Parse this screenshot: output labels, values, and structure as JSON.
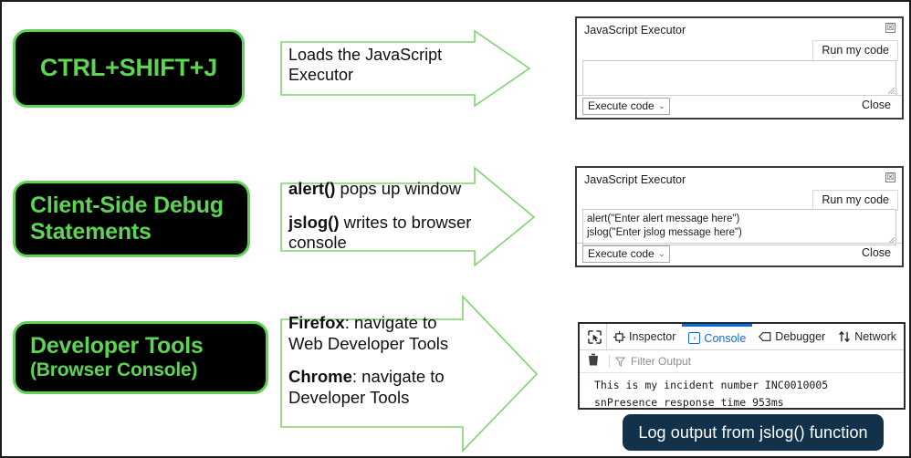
{
  "slide": {
    "rows": [
      {
        "label_lines": [
          "CTRL+SHIFT+J"
        ],
        "arrow_text": [
          "Loads the JavaScript",
          "Executor"
        ]
      },
      {
        "label_lines": [
          "Client-Side Debug",
          "Statements"
        ],
        "arrow_blocks": [
          {
            "bold": "alert()",
            "rest": " pops up window"
          },
          {
            "bold": "jslog()",
            "rest": " writes to browser",
            "cont": "console"
          }
        ]
      },
      {
        "label_main": "Developer Tools",
        "label_sub": "(Browser Console)",
        "arrow_blocks": [
          {
            "bold": "Firefox",
            "rest": ": navigate to",
            "cont": "Web Developer Tools"
          },
          {
            "bold": "Chrome",
            "rest": ": navigate to",
            "cont": "Developer Tools"
          }
        ]
      }
    ],
    "colors": {
      "accent_green": "#5ed455",
      "box_background": "#000000",
      "caption_background": "#11324a",
      "tab_active": "#0a6cdb"
    }
  },
  "js_executor_empty": {
    "title": "JavaScript Executor",
    "close_icon": "close-x-icon",
    "run_button": "Run my code",
    "code_lines": [],
    "select_value": "Execute code",
    "select_caret": "⌄",
    "close_button": "Close"
  },
  "js_executor_filled": {
    "title": "JavaScript Executor",
    "close_icon": "close-x-icon",
    "run_button": "Run my code",
    "code_lines": [
      "alert(\"Enter alert message here\")",
      "jslog(\"Enter jslog message here\")"
    ],
    "select_value": "Execute code",
    "select_caret": "⌄",
    "close_button": "Close"
  },
  "devtools": {
    "picker_icon": "element-picker-icon",
    "tabs": [
      {
        "label": "Inspector",
        "icon": "inspector-icon",
        "active": false
      },
      {
        "label": "Console",
        "icon": "console-icon",
        "active": true
      },
      {
        "label": "Debugger",
        "icon": "debugger-icon",
        "active": false
      },
      {
        "label": "Network",
        "icon": "network-icon",
        "active": false
      }
    ],
    "trash_icon": "trash-icon",
    "filter_icon": "filter-icon",
    "filter_placeholder": "Filter Output",
    "log_lines": [
      "This is my incident number INC0010005",
      "snPresence response time 953ms"
    ]
  },
  "caption": {
    "text": "Log output from jslog() function"
  }
}
